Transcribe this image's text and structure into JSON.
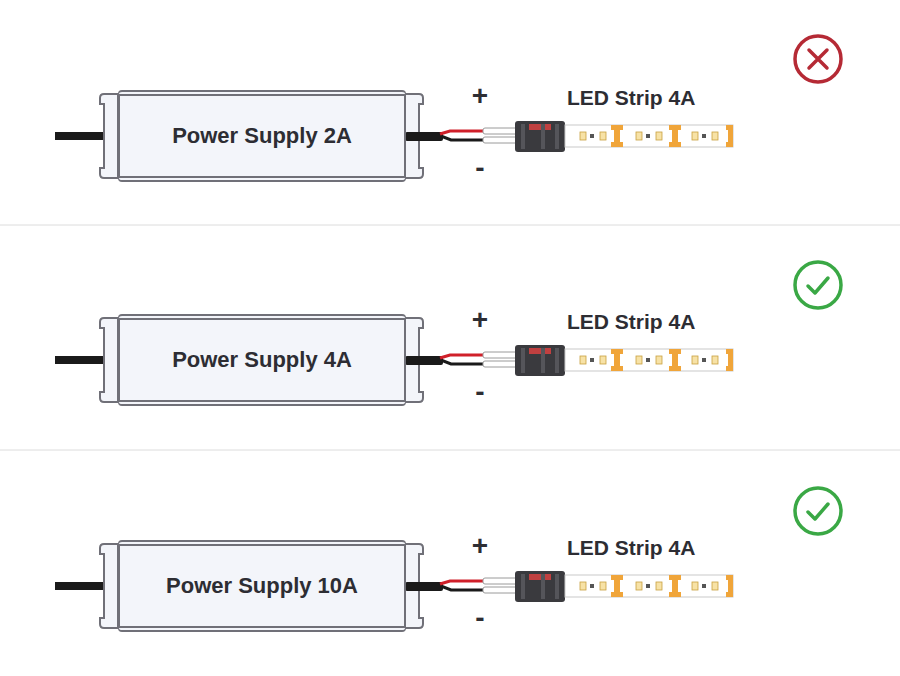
{
  "diagram": {
    "nodes": [
      {
        "text": [
          "Power Supply 2A"
        ]
      },
      {
        "text": [
          "LED Strip 4A"
        ]
      },
      {
        "text": [
          "Power Supply 4A"
        ]
      },
      {
        "text": [
          "LED Strip 4A"
        ]
      },
      {
        "text": [
          "Power Supply 10A"
        ]
      },
      {
        "text": [
          "LED Strip 4A"
        ]
      }
    ],
    "edges": [
      {
        "from": 0,
        "to": 1,
        "arrow": "none"
      },
      {
        "from": 2,
        "to": 3,
        "arrow": "none"
      },
      {
        "from": 4,
        "to": 5,
        "arrow": "none"
      }
    ],
    "labels": [
      "+",
      "-",
      "+",
      "-",
      "+",
      "-"
    ]
  }
}
